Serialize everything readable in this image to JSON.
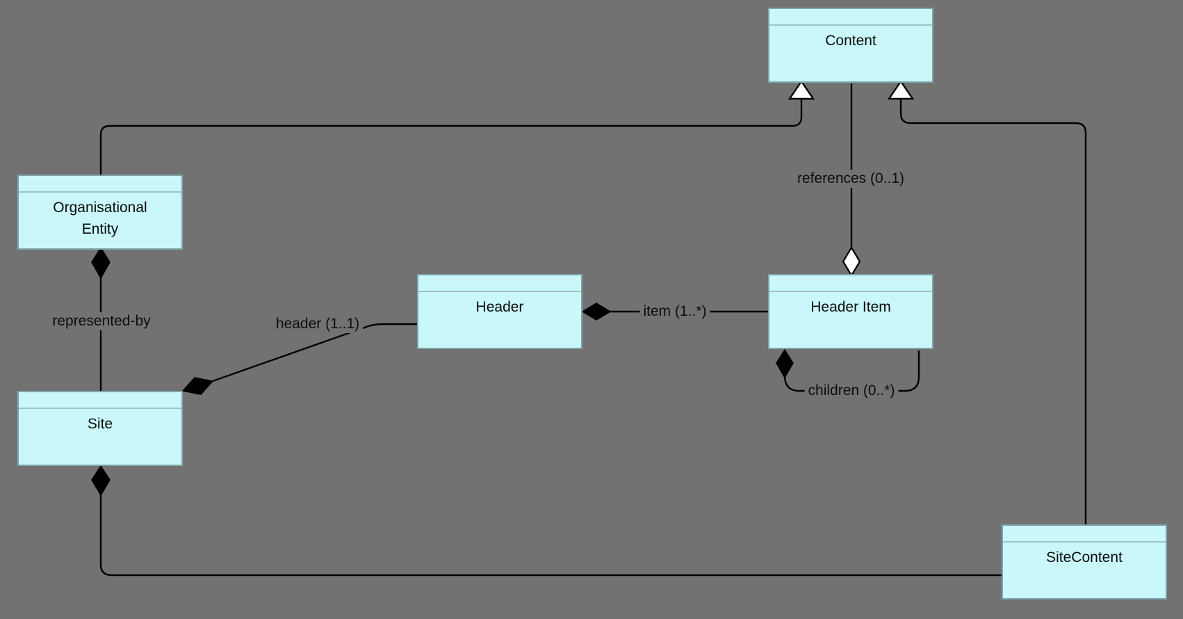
{
  "diagram": {
    "title": "UML class diagram",
    "colors": {
      "background": "#727272",
      "node_fill": "#c9f7fa",
      "node_border": "#7fa6ab",
      "line": "#000000"
    },
    "classes": [
      {
        "id": "content",
        "name": "Content"
      },
      {
        "id": "organisational-entity",
        "name": "Organisational Entity"
      },
      {
        "id": "header",
        "name": "Header"
      },
      {
        "id": "header-item",
        "name": "Header Item"
      },
      {
        "id": "site",
        "name": "Site"
      },
      {
        "id": "site-content",
        "name": "SiteContent"
      }
    ],
    "relationships": [
      {
        "from": "Organisational Entity",
        "to": "Content",
        "type": "generalization",
        "label": ""
      },
      {
        "from": "SiteContent",
        "to": "Content",
        "type": "generalization",
        "label": ""
      },
      {
        "from": "Header Item",
        "to": "Content",
        "type": "aggregation",
        "label": "references (0..1)"
      },
      {
        "from": "Organisational Entity",
        "to": "Site",
        "type": "composition",
        "label": "represented-by"
      },
      {
        "from": "Site",
        "to": "Header",
        "type": "composition",
        "label": "header (1..1)"
      },
      {
        "from": "Header",
        "to": "Header Item",
        "type": "composition",
        "label": "item (1..*)"
      },
      {
        "from": "Header Item",
        "to": "Header Item",
        "type": "composition",
        "label": "children (0..*)"
      },
      {
        "from": "Site",
        "to": "SiteContent",
        "type": "composition",
        "label": ""
      }
    ],
    "labels": {
      "references": "references (0..1)",
      "represented_by": "represented-by",
      "header": "header (1..1)",
      "item": "item (1..*)",
      "children": "children (0..*)"
    }
  }
}
